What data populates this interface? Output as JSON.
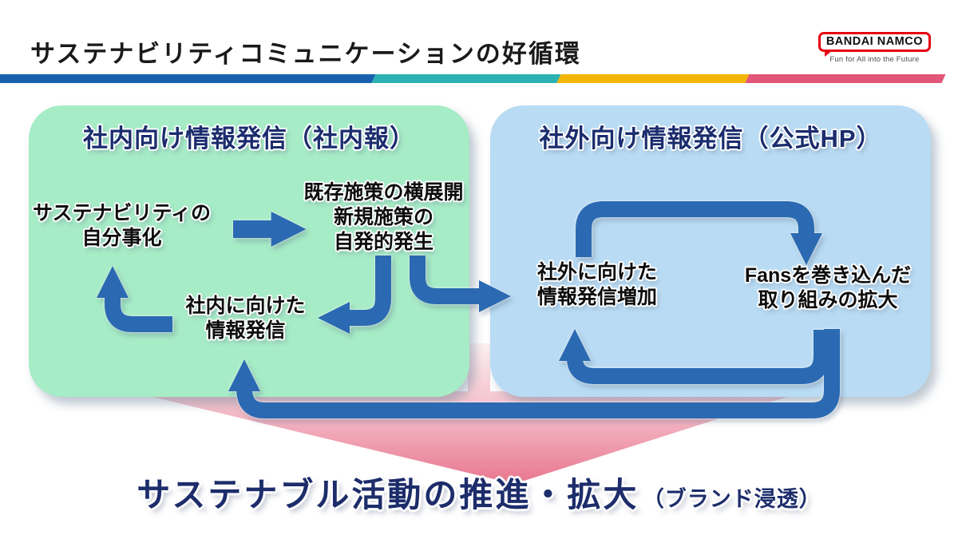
{
  "title": "サステナビリティコミュニケーションの好循環",
  "logo": {
    "name": "BANDAI NAMCO",
    "tagline": "Fun for All into the Future",
    "border_color": "#e60012"
  },
  "accent_bar": {
    "segments": [
      {
        "name": "blue",
        "color": "#1a61ad"
      },
      {
        "name": "teal",
        "color": "#2cb2b2"
      },
      {
        "name": "yellow",
        "color": "#f2b607"
      },
      {
        "name": "pink",
        "color": "#e25677"
      }
    ]
  },
  "internal_box": {
    "title": "社内向け情報発信（社内報）",
    "bg_color": "#a6ecc6",
    "nodes": {
      "awareness": "サステナビリティの\n自分事化",
      "spread": "既存施策の横展開\n新規施策の\n自発的発生",
      "broadcast": "社内に向けた\n情報発信"
    }
  },
  "external_box": {
    "title": "社外向け情報発信（公式HP）",
    "bg_color": "#b9dcf4",
    "nodes": {
      "increase": "社外に向けた\n情報発信増加",
      "fans": "Fansを巻き込んだ\n取り組みの拡大"
    }
  },
  "funnel": {
    "color_top": "#fbe3e8",
    "color_mid": "#f3b9c5",
    "color_bottom": "#e8768e"
  },
  "arrows": {
    "color": "#2b6ab2"
  },
  "footer": {
    "main": "サステナブル活動の推進・拡大",
    "suffix": "（ブランド浸透）",
    "color": "#1d2d6b"
  }
}
